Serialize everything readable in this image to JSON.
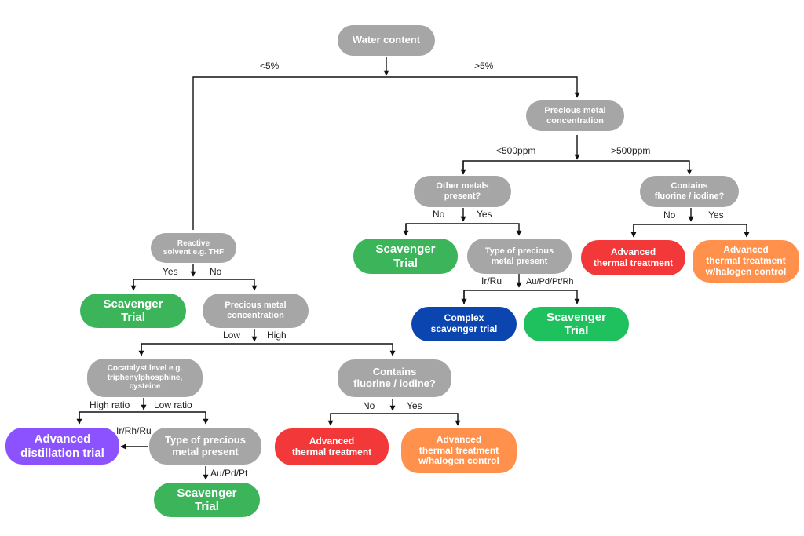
{
  "nodes": {
    "water_content": "Water content",
    "pm_conc_right": "Precious metal\nconcentration",
    "other_metals": "Other metals\npresent?",
    "contains_f_right": "Contains\nfluorine / iodine?",
    "scavenger_right1": "Scavenger\nTrial",
    "type_pm_right": "Type of precious\nmetal present",
    "adv_thermal_right": "Advanced\nthermal treatment",
    "adv_thermal_halogen_right": "Advanced\nthermal treatment\nw/halogen control",
    "complex_scavenger": "Complex\nscavenger trial",
    "scavenger_right2": "Scavenger\nTrial",
    "reactive_solvent": "Reactive\nsolvent e.g. THF",
    "scavenger_left1": "Scavenger\nTrial",
    "pm_conc_left": "Precious metal\nconcentration",
    "cocatalyst": "Cocatalyst level e.g.\ntriphenylphosphine,\ncysteine",
    "contains_f_mid": "Contains\nfluorine / iodine?",
    "adv_distillation": "Advanced\ndistillation trial",
    "type_pm_left": "Type of precious\nmetal present",
    "adv_thermal_mid": "Advanced\nthermal treatment",
    "adv_thermal_halogen_mid": "Advanced\nthermal treatment\nw/halogen control",
    "scavenger_left2": "Scavenger\nTrial"
  },
  "labels": {
    "lt5": "<5%",
    "gt5": ">5%",
    "lt500": "<500ppm",
    "gt500": ">500ppm",
    "no1": "No",
    "yes1": "Yes",
    "no2": "No",
    "yes2": "Yes",
    "irru": "Ir/Ru",
    "aupdptrh": "Au/Pd/Pt/Rh",
    "yes3": "Yes",
    "no3": "No",
    "low": "Low",
    "high": "High",
    "high_ratio": "High ratio",
    "low_ratio": "Low ratio",
    "irrhru": "Ir/Rh/Ru",
    "aupdpt": "Au/Pd/Pt",
    "no4": "No",
    "yes4": "Yes"
  },
  "colors": {
    "question": "#a6a6a6",
    "scavenger": "#3cb55a",
    "thermal": "#f23838",
    "thermal_halogen": "#ff914d",
    "distillation": "#8c52ff",
    "complex": "#0b46b0"
  }
}
